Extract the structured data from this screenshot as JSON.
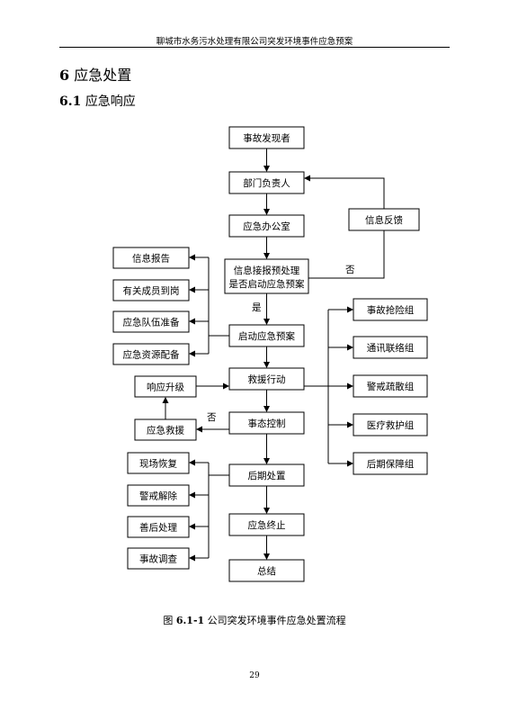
{
  "header": "聊城市水务污水处理有限公司突发环境事件应急预案",
  "section": {
    "num": "6",
    "title": "应急处置"
  },
  "subsection": {
    "num": "6.1",
    "title": "应急响应"
  },
  "flow": {
    "discoverer": "事故发现者",
    "dept_head": "部门负责人",
    "emergency_office": "应急办公室",
    "feedback": "信息反馈",
    "receive_line1": "信息接报预处理",
    "receive_line2": "是否启动应急预案",
    "no_label_1": "否",
    "yes_label": "是",
    "start_plan": "启动应急预案",
    "rescue_action": "救援行动",
    "situation_control": "事态控制",
    "no_label_2": "否",
    "aftermath": "后期处置",
    "terminate": "应急终止",
    "summary": "总结",
    "left_top": [
      "信息报告",
      "有关成员到岗",
      "应急队伍准备",
      "应急资源配备"
    ],
    "escalate": "响应升级",
    "emergency_rescue": "应急救援",
    "left_bottom": [
      "现场恢复",
      "警戒解除",
      "善后处理",
      "事故调查"
    ],
    "right_groups": [
      "事故抢险组",
      "通讯联络组",
      "警戒疏散组",
      "医疗救护组",
      "后期保障组"
    ]
  },
  "caption": {
    "prefix": "图",
    "num": "6.1-1",
    "text": "公司突发环境事件应急处置流程"
  },
  "page_number": "29"
}
